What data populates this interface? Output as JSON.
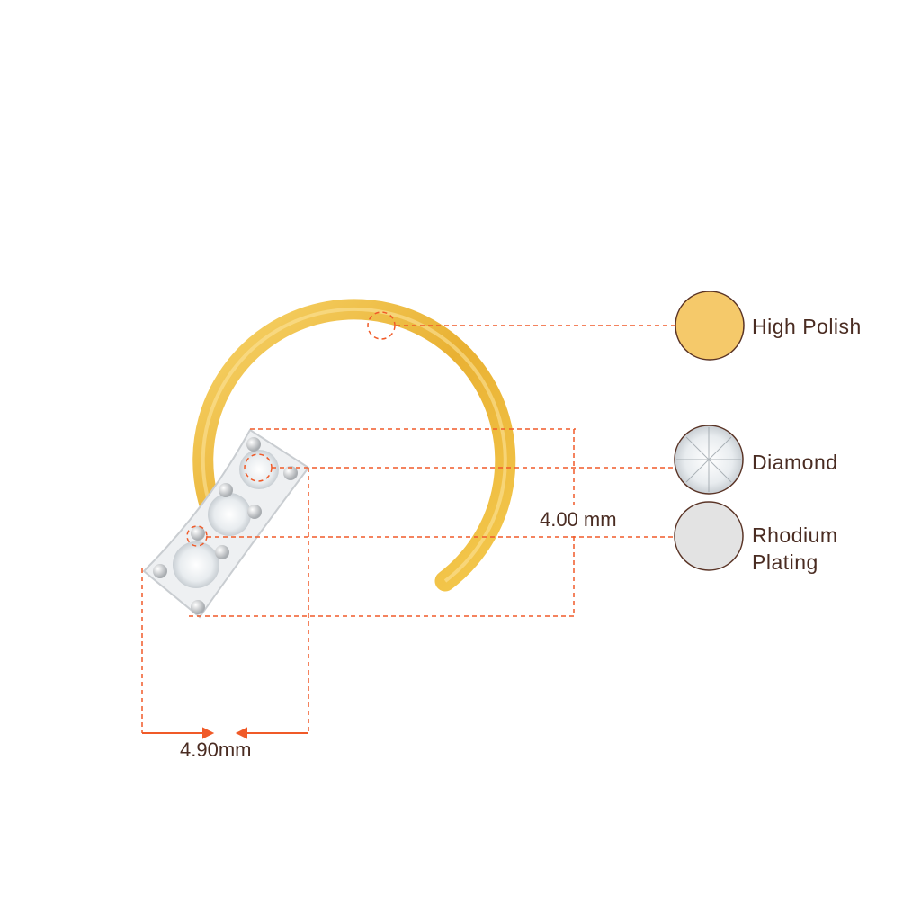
{
  "colors": {
    "gold": "#f2c55a",
    "dim_line": "#f05a28",
    "text": "#4a2c22",
    "rhodium": "#e3e3e3"
  },
  "legend": [
    {
      "label": "High Polish",
      "swatch": "gold"
    },
    {
      "label": "Diamond",
      "swatch": "diamond"
    },
    {
      "label": "Rhodium Plating",
      "line1": "Rhodium",
      "line2": "Plating",
      "swatch": "rhodium"
    }
  ],
  "dimensions": {
    "height": "4.00 mm",
    "width": "4.90mm"
  }
}
